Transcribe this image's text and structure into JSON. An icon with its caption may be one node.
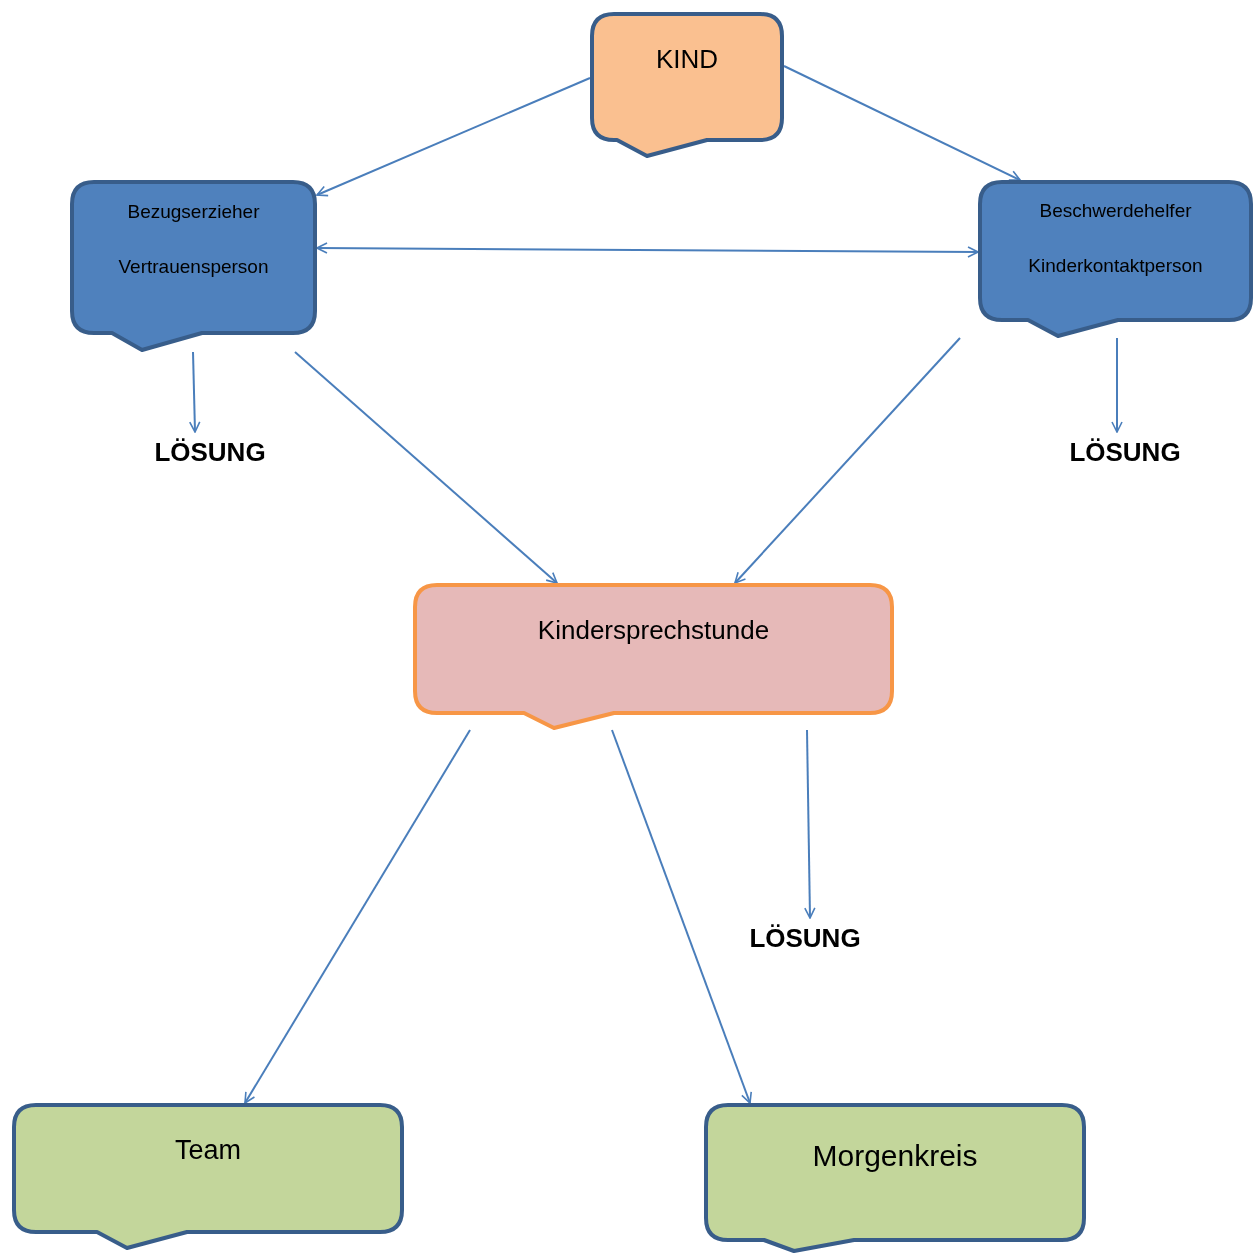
{
  "diagram": {
    "nodes": [
      {
        "text": [
          "KIND"
        ]
      },
      {
        "text": [
          "Bezugserzieher",
          "Vertrauensperson"
        ]
      },
      {
        "text": [
          "Beschwerdehelfer",
          "Kinderkontaktperson"
        ]
      },
      {
        "text": [
          "LÖSUNG"
        ]
      },
      {
        "text": [
          "LÖSUNG"
        ]
      },
      {
        "text": [
          "Kindersprechstunde"
        ]
      },
      {
        "text": [
          "LÖSUNG"
        ]
      },
      {
        "text": [
          "Team"
        ]
      },
      {
        "text": [
          "Morgenkreis"
        ]
      }
    ],
    "edges": [
      {
        "from": 0,
        "to": 1,
        "arrow": "to"
      },
      {
        "from": 0,
        "to": 2,
        "arrow": "to"
      },
      {
        "from": 1,
        "to": 2,
        "arrow": "both"
      },
      {
        "from": 1,
        "to": 3,
        "arrow": "to"
      },
      {
        "from": 1,
        "to": 5,
        "arrow": "to"
      },
      {
        "from": 2,
        "to": 5,
        "arrow": "to"
      },
      {
        "from": 2,
        "to": 4,
        "arrow": "to"
      },
      {
        "from": 5,
        "to": 7,
        "arrow": "to"
      },
      {
        "from": 5,
        "to": 8,
        "arrow": "to"
      },
      {
        "from": 5,
        "to": 6,
        "arrow": "to"
      }
    ]
  }
}
